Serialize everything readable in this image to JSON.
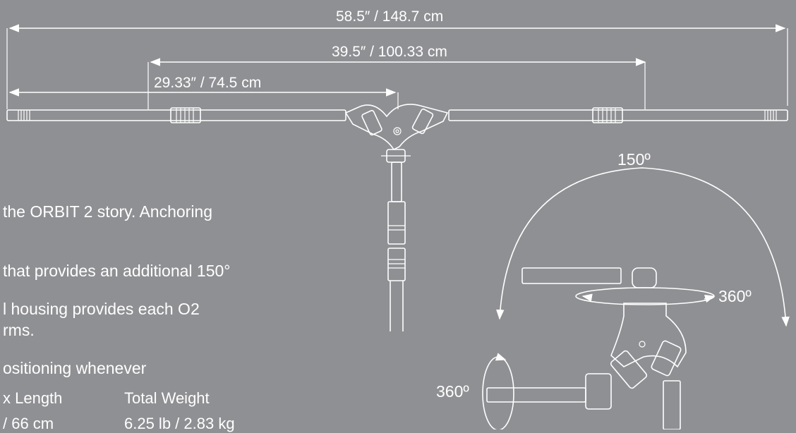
{
  "dimensions": {
    "overall": "58.5″ / 148.7 cm",
    "middle": "39.5″ / 100.33 cm",
    "inner": "29.33″ / 74.5 cm"
  },
  "angles": {
    "arc_top": "150º",
    "rotation_right": "360º",
    "rotation_left": "360º"
  },
  "description": {
    "paragraph_1": [
      "the ORBIT 2 story. Anchoring",
      "that provides an additional 150°",
      "rms."
    ],
    "paragraph_2": [
      "l housing provides each O2",
      "ositioning whenever"
    ]
  },
  "specs": {
    "length_label": "x Length",
    "length_value": "/ 66 cm",
    "weight_label": "Total Weight",
    "weight_value": "6.25 lb / 2.83 kg"
  },
  "colors": {
    "background": "#8f9093",
    "foreground": "#ffffff"
  }
}
